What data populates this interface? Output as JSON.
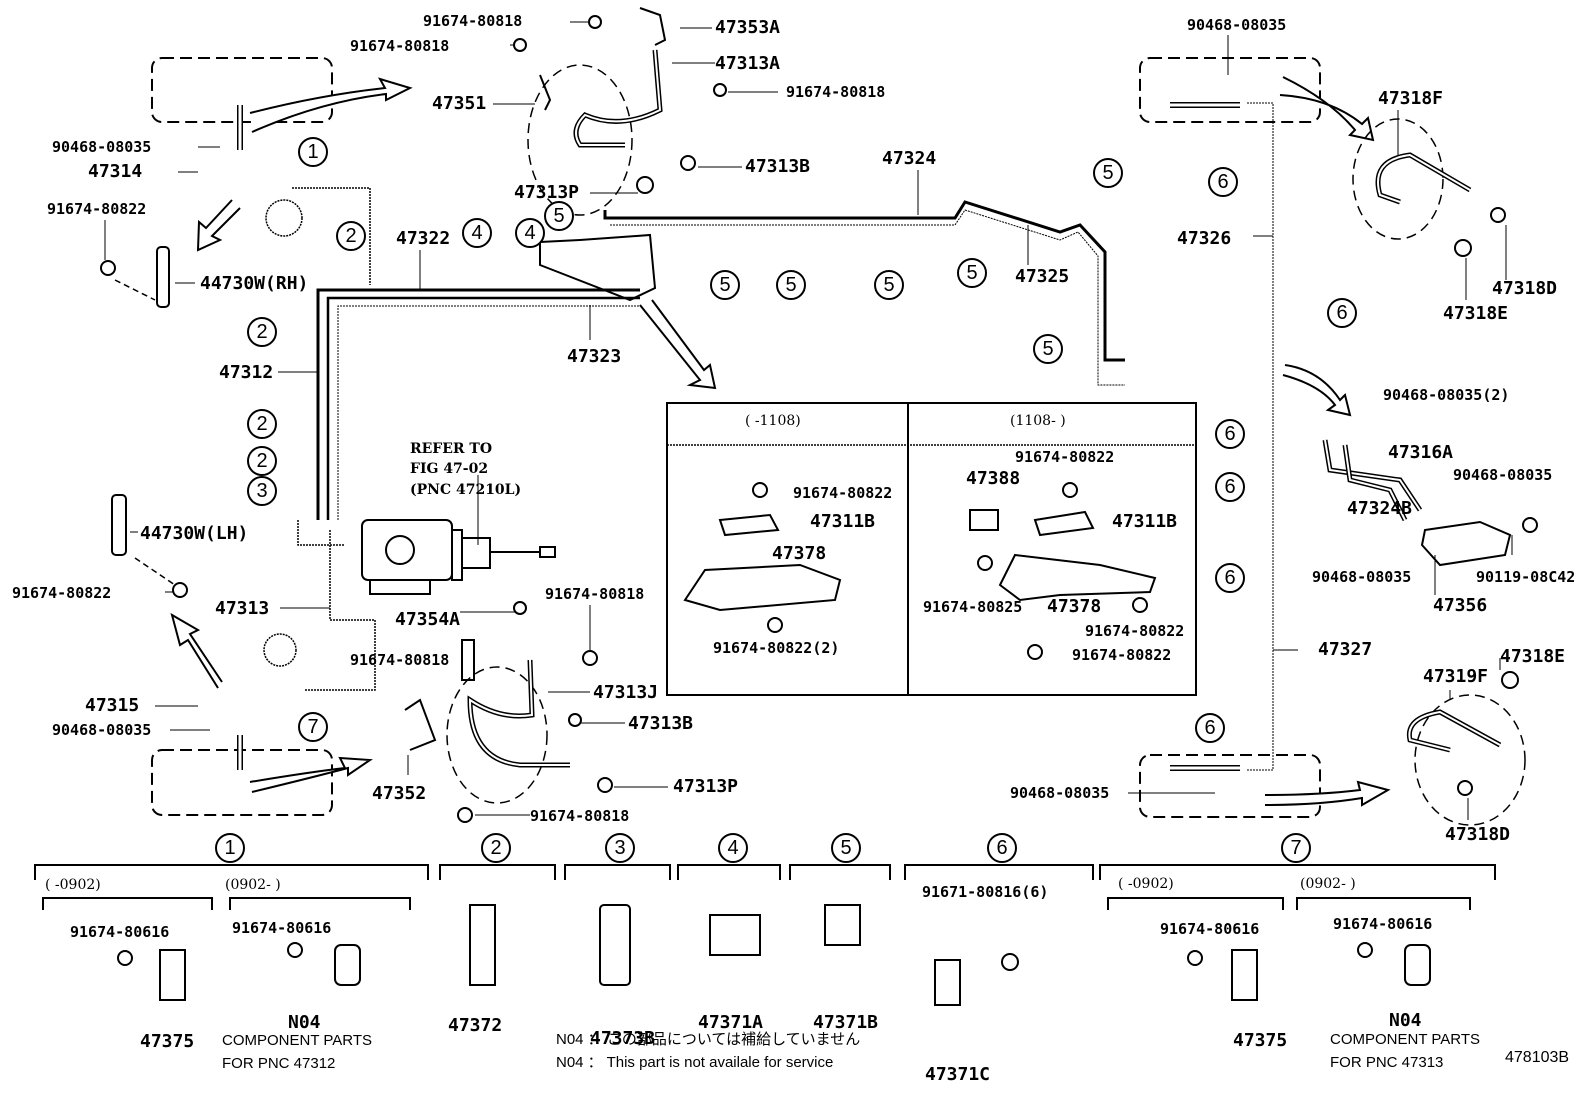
{
  "diagram": {
    "figure_id": "478103B",
    "parts": {
      "p91674_80818_a": "91674-80818",
      "p91674_80818_b": "91674-80818",
      "p47353A": "47353A",
      "p47313A": "47313A",
      "p91674_80818_c": "91674-80818",
      "p47351": "47351",
      "p47313B_top": "47313B",
      "p47313P_top": "47313P",
      "p47324": "47324",
      "p47325": "47325",
      "p90468_08035_tl": "90468-08035",
      "p47314": "47314",
      "p91674_80822_l": "91674-80822",
      "p44730W_RH": "44730W(RH)",
      "p47322": "47322",
      "p47323": "47323",
      "p47312": "47312",
      "p44730W_LH": "44730W(LH)",
      "p91674_80822_ll": "91674-80822",
      "p47313": "47313",
      "p47315": "47315",
      "p90468_08035_bl": "90468-08035",
      "p47354A": "47354A",
      "p91674_80818_d": "91674-80818",
      "p91674_80818_e": "91674-80818",
      "p47313J": "47313J",
      "p47313B_bot": "47313B",
      "p47352": "47352",
      "p47313P_bot": "47313P",
      "p91674_80818_f": "91674-80818",
      "p90468_08035_tr": "90468-08035",
      "p47318F": "47318F",
      "p47326": "47326",
      "p47318D_top": "47318D",
      "p47318E_top": "47318E",
      "p90468_08035_2": "90468-08035(2)",
      "p47316A": "47316A",
      "p90468_08035_r1": "90468-08035",
      "p47324B": "47324B",
      "p90468_08035_r2": "90468-08035",
      "p90119_08C42": "90119-08C42",
      "p47356": "47356",
      "p47327": "47327",
      "p47318E_bot": "47318E",
      "p47319F": "47319F",
      "p90468_08035_br": "90468-08035",
      "p47318D_bot": "47318D"
    },
    "refer_note": {
      "line1": "REFER TO",
      "line2": "FIG 47-02",
      "line3": "(PNC 47210L)"
    },
    "inset_table": {
      "col1_header": "(      -1108)",
      "col2_header": "(1108-      )",
      "col1": {
        "bolt_top": "91674-80822",
        "bracket": "47311B",
        "crossmember": "47378",
        "bolt_bottom": "91674-80822(2)"
      },
      "col2": {
        "bolt_top": "91674-80822",
        "part_47388": "47388",
        "bracket": "47311B",
        "bolt_left": "91674-80825",
        "crossmember": "47378",
        "bolt_right": "91674-80822",
        "bolt_bottom": "91674-80822"
      }
    },
    "callouts": [
      "1",
      "2",
      "3",
      "4",
      "5",
      "6",
      "7"
    ],
    "legend_groups": [
      {
        "num": "1",
        "variants": [
          {
            "range": "(      -0902)",
            "bolt": "91674-80616",
            "part": "47375"
          },
          {
            "range": "(0902-      )",
            "bolt": "91674-80616",
            "part": "N04",
            "note1": "COMPONENT PARTS",
            "note2": "FOR PNC 47312"
          }
        ]
      },
      {
        "num": "2",
        "part": "47372"
      },
      {
        "num": "3",
        "part": "47373B"
      },
      {
        "num": "4",
        "part": "47371A"
      },
      {
        "num": "5",
        "part": "47371B"
      },
      {
        "num": "6",
        "bolt": "91671-80816(6)",
        "part": "47371C"
      },
      {
        "num": "7",
        "variants": [
          {
            "range": "(      -0902)",
            "bolt": "91674-80616",
            "part": "47375"
          },
          {
            "range": "(0902-      )",
            "bolt": "91674-80616",
            "part": "N04",
            "note1": "COMPONENT PARTS",
            "note2": "FOR PNC 47313"
          }
        ]
      }
    ],
    "footnotes": {
      "jp": "N04 ： この部品については補給していません",
      "en": "N04 ：  This part is not availale for service"
    }
  }
}
